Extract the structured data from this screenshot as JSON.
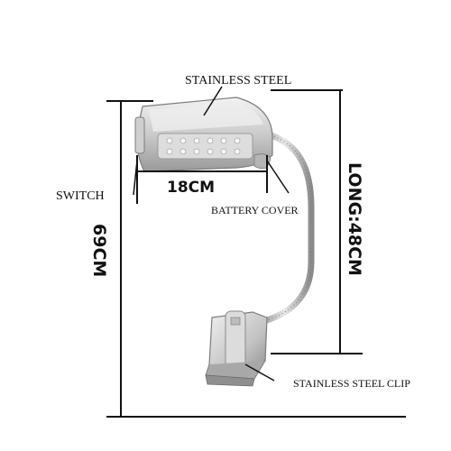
{
  "labels": {
    "top_material": "STAINLESS STEEL",
    "switch": "SWITCH",
    "head_width": "18CM",
    "battery_cover": "BATTERY COVER",
    "total_height": "69CM",
    "neck_length": "LONG:48CM",
    "clip": "STAINLESS STEEL CLIP"
  },
  "colors": {
    "line": "#111111",
    "steel_light": "#e6e6e6",
    "steel_mid": "#bfbfbf",
    "steel_dark": "#8c8c8c",
    "led": "#f4f4f4",
    "background": "#ffffff"
  }
}
